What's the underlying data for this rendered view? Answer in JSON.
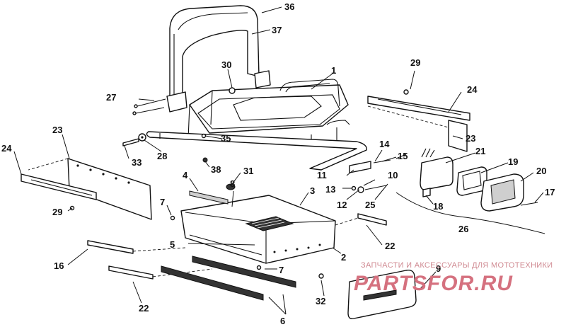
{
  "labels": {
    "l1": "1",
    "l2": "2",
    "l3": "3",
    "l4": "4",
    "l5": "5",
    "l6": "6",
    "l7a": "7",
    "l7b": "7",
    "l8": "8",
    "l9": "9",
    "l10": "10",
    "l11": "11",
    "l12": "12",
    "l13": "13",
    "l14": "14",
    "l15": "15",
    "l16": "16",
    "l17": "17",
    "l18": "18",
    "l19": "19",
    "l20": "20",
    "l21": "21",
    "l22a": "22",
    "l22b": "22",
    "l23a": "23",
    "l23b": "23",
    "l24a": "24",
    "l24b": "24",
    "l25": "25",
    "l26": "26",
    "l27": "27",
    "l28": "28",
    "l29a": "29",
    "l29b": "29",
    "l30": "30",
    "l31": "31",
    "l32": "32",
    "l33": "33",
    "l35": "35",
    "l36": "36",
    "l37": "37",
    "l38": "38"
  },
  "watermark": {
    "line1": "ЗАПЧАСТИ И АКСЕССУАРЫ ДЛЯ МОТОТЕХНИКИ",
    "line2": "PARTSFOR.RU",
    "color": "#d5717f"
  }
}
